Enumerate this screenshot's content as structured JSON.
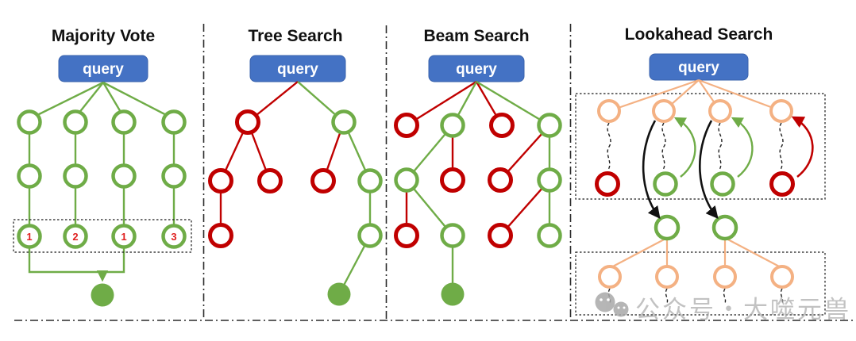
{
  "colors": {
    "green": "#6fac47",
    "red": "#c00000",
    "peach": "#f4b183",
    "query_blue": "#4472c4",
    "arrow_black": "#111111",
    "watermark_gray": "#ababab"
  },
  "panels": [
    {
      "id": "majority-vote",
      "title": "Majority Vote",
      "query_label": "query",
      "node_rows": [
        [
          "green",
          "green",
          "green",
          "green"
        ],
        [
          "green",
          "green",
          "green",
          "green"
        ],
        [
          "green",
          "green",
          "green",
          "green"
        ]
      ],
      "vote_labels": [
        "1",
        "2",
        "1",
        "3"
      ],
      "result_node": "green-filled"
    },
    {
      "id": "tree-search",
      "title": "Tree Search",
      "query_label": "query",
      "node_rows": [
        [
          "red",
          "green"
        ],
        [
          "red",
          "red",
          "red",
          "green"
        ],
        [
          "red",
          "green"
        ]
      ],
      "result_node": "green-filled"
    },
    {
      "id": "beam-search",
      "title": "Beam Search",
      "query_label": "query",
      "node_rows": [
        [
          "red",
          "green",
          "red",
          "green"
        ],
        [
          "green",
          "red",
          "red",
          "green"
        ],
        [
          "red",
          "green",
          "red",
          "green"
        ]
      ],
      "result_node": "green-filled"
    },
    {
      "id": "lookahead-search",
      "title": "Lookahead Search",
      "query_label": "query",
      "node_rows": [
        [
          "peach",
          "peach",
          "peach",
          "peach"
        ],
        [
          "red",
          "green",
          "green",
          "red"
        ],
        [
          "green",
          "green"
        ],
        [
          "peach",
          "peach",
          "peach",
          "peach"
        ]
      ],
      "feedback_arrows": [
        "black-down",
        "green-up",
        "black-down",
        "green-up",
        "red-up"
      ]
    }
  ],
  "watermark": {
    "icon": "wechat-logo-icon",
    "text": "公众号・大噬元兽"
  }
}
